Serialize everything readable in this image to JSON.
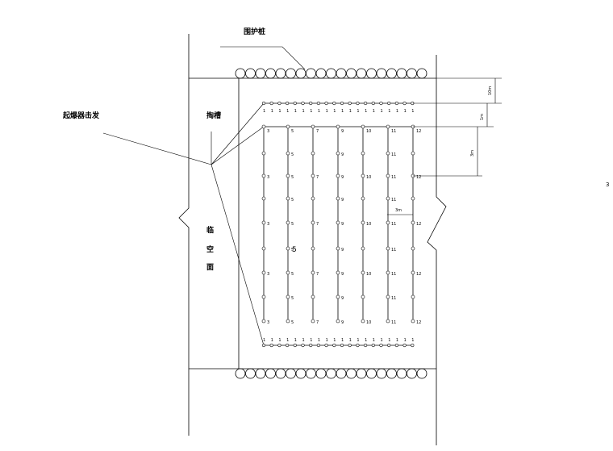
{
  "labels": {
    "retaining_wall": "围护桩",
    "detonator": "起爆器击发",
    "cut_hole": "掏槽",
    "free_face_1": "临",
    "free_face_2": "空",
    "free_face_3": "面",
    "page_number": "3"
  },
  "dimensions": {
    "top_offset": "10m",
    "row_spacing": "1m",
    "column_height": "3m",
    "column_spacing": "3m"
  },
  "sequence": {
    "buffer_row_delay": "1",
    "bottom_row_delay": "1",
    "center_column_label": "5"
  },
  "columns": [
    {
      "top": "3",
      "labels": [
        "3",
        "3",
        "3",
        "3",
        "3"
      ]
    },
    {
      "top": "5",
      "labels": [
        "5",
        "5",
        "5",
        "5",
        "5"
      ]
    },
    {
      "top": "7",
      "labels": [
        "7",
        "7",
        "7",
        "7",
        "7"
      ]
    },
    {
      "top": "9",
      "labels": [
        "9",
        "9",
        "9",
        "9",
        "9"
      ]
    },
    {
      "top": "10",
      "labels": [
        "10",
        "10",
        "10",
        "10",
        "10"
      ]
    },
    {
      "top": "11",
      "labels": [
        "11",
        "11",
        "11",
        "11",
        "11"
      ]
    },
    {
      "top": "12",
      "labels": [
        "12",
        "12",
        "12",
        "12",
        "12"
      ]
    }
  ]
}
